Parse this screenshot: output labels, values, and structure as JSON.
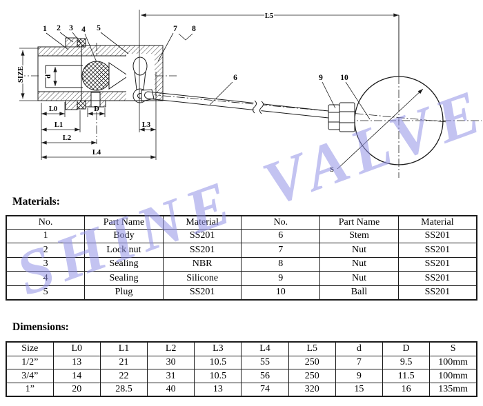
{
  "watermark": "SHINE VALVE",
  "drawing": {
    "callouts": [
      "1",
      "2",
      "3",
      "4",
      "5",
      "6",
      "7",
      "8",
      "9",
      "10"
    ],
    "labels": {
      "L5": "L5",
      "SIZE": "SIZE",
      "d": "d",
      "L0": "L0",
      "D": "D",
      "L1": "L1",
      "L3": "L3",
      "L2": "L2",
      "L4": "L4",
      "S": "S"
    }
  },
  "materials": {
    "heading": "Materials:",
    "headers": [
      "No.",
      "Part Name",
      "Material",
      "No.",
      "Part Name",
      "Material"
    ],
    "rows": [
      [
        "1",
        "Body",
        "SS201",
        "6",
        "Stem",
        "SS201"
      ],
      [
        "2",
        "Lock nut",
        "SS201",
        "7",
        "Nut",
        "SS201"
      ],
      [
        "3",
        "Sealing",
        "NBR",
        "8",
        "Nut",
        "SS201"
      ],
      [
        "4",
        "Sealing",
        "Silicone",
        "9",
        "Nut",
        "SS201"
      ],
      [
        "5",
        "Plug",
        "SS201",
        "10",
        "Ball",
        "SS201"
      ]
    ]
  },
  "dimensions": {
    "heading": "Dimensions:",
    "headers": [
      "Size",
      "L0",
      "L1",
      "L2",
      "L3",
      "L4",
      "L5",
      "d",
      "D",
      "S"
    ],
    "rows": [
      [
        "1/2”",
        "13",
        "21",
        "30",
        "10.5",
        "55",
        "250",
        "7",
        "9.5",
        "100mm"
      ],
      [
        "3/4”",
        "14",
        "22",
        "31",
        "10.5",
        "56",
        "250",
        "9",
        "11.5",
        "100mm"
      ],
      [
        "1”",
        "20",
        "28.5",
        "40",
        "13",
        "74",
        "320",
        "15",
        "16",
        "135mm"
      ]
    ]
  },
  "colors": {
    "line": "#1b1b1b",
    "watermark": "#9191e6",
    "background": "#ffffff"
  }
}
